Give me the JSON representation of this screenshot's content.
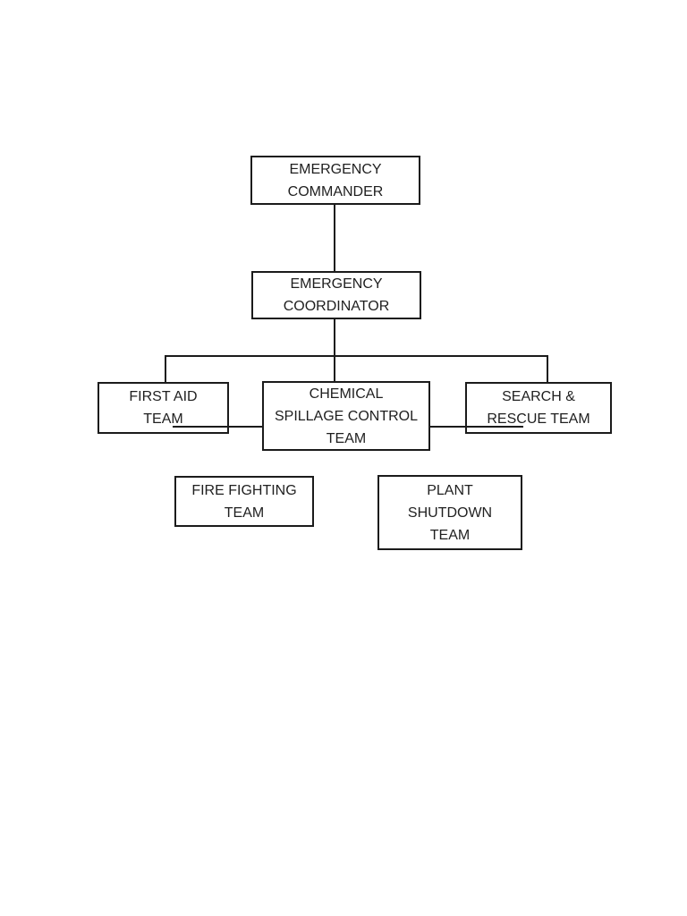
{
  "diagram": {
    "type": "org-chart",
    "colors": {
      "background": "#ffffff",
      "line": "#1b1b1b",
      "text": "#1f1f1f"
    },
    "nodes": [
      {
        "id": "emergency-commander",
        "lines": [
          "EMERGENCY",
          "COMMANDER"
        ]
      },
      {
        "id": "emergency-coordinator",
        "lines": [
          "EMERGENCY",
          "COORDINATOR"
        ]
      },
      {
        "id": "first-aid-team",
        "lines": [
          "FIRST AID",
          "TEAM"
        ]
      },
      {
        "id": "chemical-spillage-control-team",
        "lines": [
          "CHEMICAL",
          "SPILLAGE CONTROL",
          "TEAM"
        ]
      },
      {
        "id": "search-rescue-team",
        "lines": [
          "SEARCH &",
          "RESCUE TEAM"
        ]
      },
      {
        "id": "fire-fighting-team",
        "lines": [
          "FIRE FIGHTING",
          "TEAM"
        ]
      },
      {
        "id": "plant-shutdown-team",
        "lines": [
          "PLANT",
          "SHUTDOWN",
          "TEAM"
        ]
      }
    ],
    "edges": [
      {
        "from": "emergency-commander",
        "to": "emergency-coordinator"
      },
      {
        "from": "emergency-coordinator",
        "to": "first-aid-team"
      },
      {
        "from": "emergency-coordinator",
        "to": "chemical-spillage-control-team"
      },
      {
        "from": "emergency-coordinator",
        "to": "search-rescue-team"
      },
      {
        "from": "first-aid-team",
        "to": "chemical-spillage-control-team"
      },
      {
        "from": "chemical-spillage-control-team",
        "to": "search-rescue-team"
      }
    ]
  }
}
